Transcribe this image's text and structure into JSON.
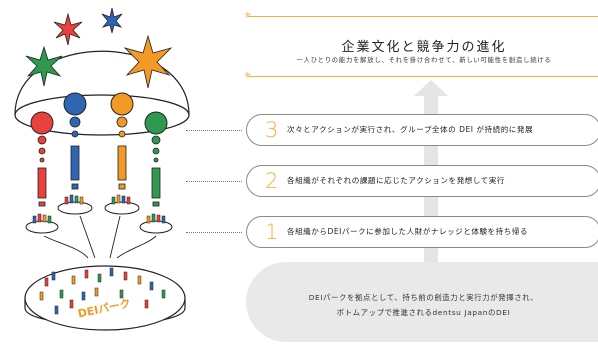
{
  "header": {
    "title": "企業文化と競争力の進化",
    "subtitle": "一人ひとりの能力を解放し、それを掛け合わせて、新しい可能性を創造し続ける"
  },
  "steps": [
    {
      "number": "3",
      "text": "次々とアクションが実行され、グループ全体の DEI が持続的に発展"
    },
    {
      "number": "2",
      "text": "各組織がそれぞれの課題に応じたアクションを発想して実行"
    },
    {
      "number": "1",
      "text": "各組織からDEIパークに参加した人財がナレッジと体験を持ち帰る"
    }
  ],
  "foundation": {
    "line1": "DEIパークを拠点として、持ち前の創造力と実行力が発揮され、",
    "line2": "ボトムアップで推進されるdentsu JapanのDEI"
  },
  "illustration": {
    "platform_label": "DEIパーク"
  },
  "colors": {
    "accent": "#f0b341",
    "red": "#e9413d",
    "blue": "#2f66b3",
    "orange": "#f39a26",
    "green": "#2f9a4f",
    "gray_box": "#e9e9e9"
  }
}
